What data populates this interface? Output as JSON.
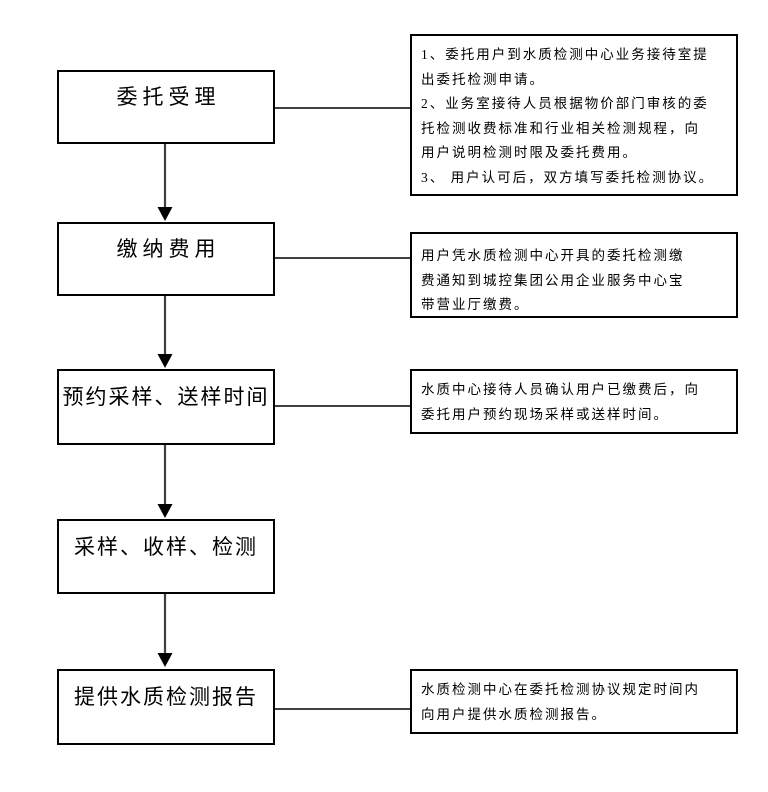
{
  "flowchart": {
    "steps": [
      {
        "label": "委托受理"
      },
      {
        "label": "缴纳费用"
      },
      {
        "label": "预约采样、送样时间"
      },
      {
        "label": "采样、收样、检测"
      },
      {
        "label": "提供水质检测报告"
      }
    ],
    "notes": [
      {
        "lines": [
          "1、委托用户到水质检测中心业务接待室提",
          "出委托检测申请。",
          "2、业务室接待人员根据物价部门审核的委",
          "托检测收费标准和行业相关检测规程，向",
          "用户说明检测时限及委托费用。",
          "3、 用户认可后，双方填写委托检测协议。"
        ]
      },
      {
        "lines": [
          "用户凭水质检测中心开具的委托检测缴",
          "费通知到城控集团公用企业服务中心宝",
          "带营业厅缴费。"
        ]
      },
      {
        "lines": [
          "水质中心接待人员确认用户已缴费后，向",
          "委托用户预约现场采样或送样时间。"
        ]
      },
      {
        "lines": [
          "水质检测中心在委托检测协议规定时间内",
          "向用户提供水质检测报告。"
        ]
      }
    ],
    "colors": {
      "box_border": "#000000",
      "text": "#000000",
      "arrow_line": "#3f3f3f",
      "arrow_head": "#000000",
      "connector_line": "#000000",
      "background": "#ffffff"
    }
  }
}
